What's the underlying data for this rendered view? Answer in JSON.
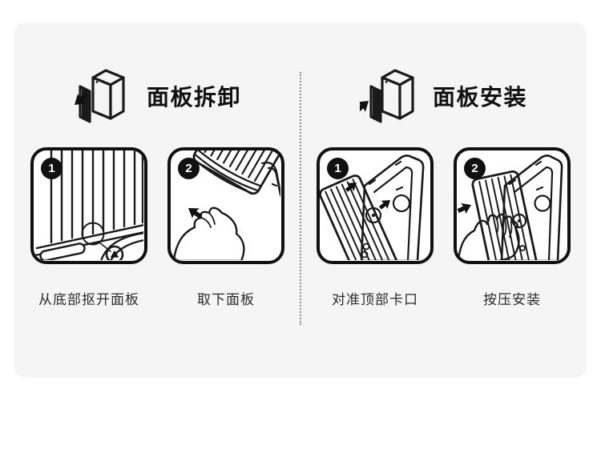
{
  "page": {
    "background": "#ffffff",
    "card_background": "#f5f5f5",
    "line_color": "#1a1a1a",
    "caption_color": "#2b2b2b",
    "divider_style": "dotted"
  },
  "icons": {
    "panel_remove": "panel-remove-icon",
    "panel_install": "panel-install-icon"
  },
  "sections": [
    {
      "id": "removal",
      "title": "面板拆卸",
      "steps": [
        {
          "number": "1",
          "caption": "从底部抠开面板"
        },
        {
          "number": "2",
          "caption": "取下面板"
        }
      ]
    },
    {
      "id": "install",
      "title": "面板安装",
      "steps": [
        {
          "number": "1",
          "caption": "对准顶部卡口"
        },
        {
          "number": "2",
          "caption": "按压安装"
        }
      ]
    }
  ]
}
